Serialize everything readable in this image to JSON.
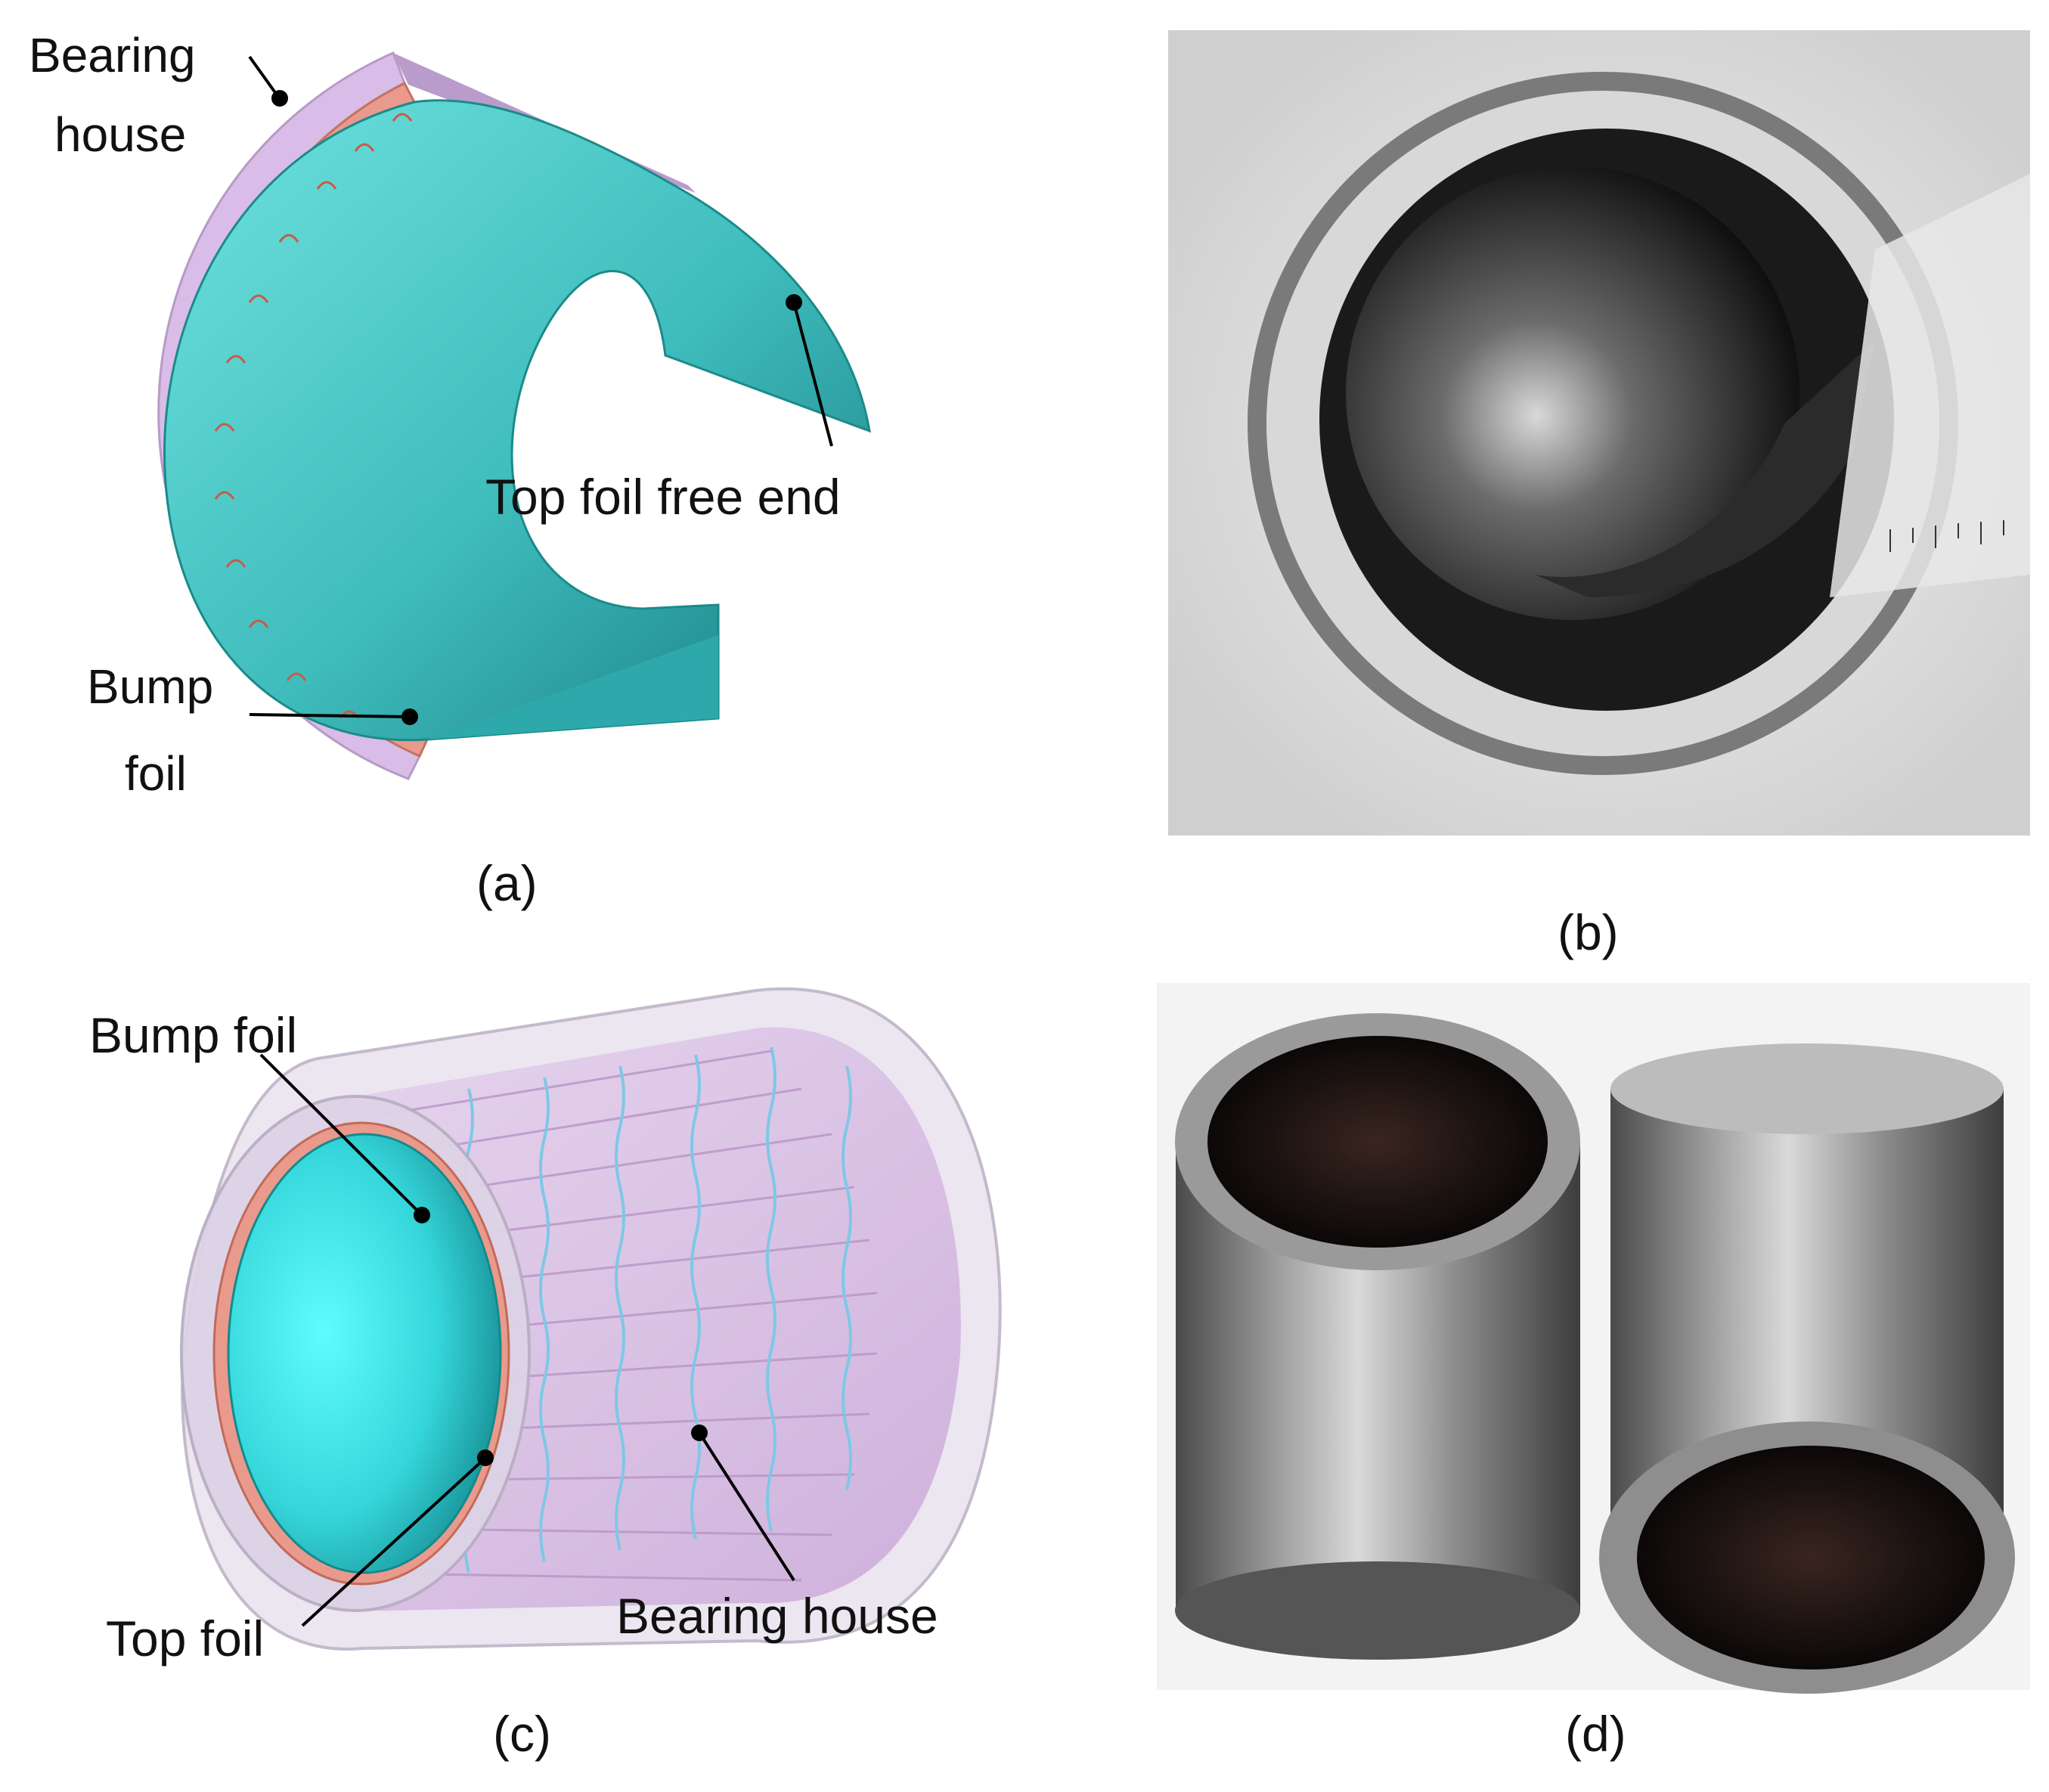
{
  "panel_a": {
    "caption": "(a)",
    "labels": {
      "bearing_house_1": "Bearing",
      "bearing_house_2": "house",
      "top_foil_free_end": "Top foil free end",
      "bump_foil_1": "Bump",
      "bump_foil_2": "foil"
    }
  },
  "panel_b": {
    "caption": "(b)"
  },
  "panel_c": {
    "caption": "(c)",
    "labels": {
      "bump_foil": "Bump foil",
      "top_foil": "Top foil",
      "bearing_house": "Bearing house"
    }
  },
  "panel_d": {
    "caption": "(d)"
  },
  "colors": {
    "top_foil": "#4fcfcf",
    "bearing_house": "#d8b8e6",
    "bump_foil": "#e99a8c",
    "leader": "#000000"
  }
}
